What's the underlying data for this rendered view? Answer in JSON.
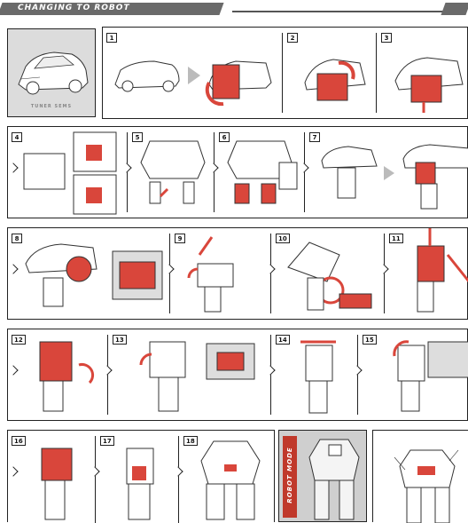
{
  "header": {
    "title": "CHANGING TO ROBOT"
  },
  "vehicle": {
    "label": "TUNER SEMS"
  },
  "steps": [
    "1",
    "2",
    "3",
    "4",
    "5",
    "6",
    "7",
    "8",
    "9",
    "10",
    "11",
    "12",
    "13",
    "14",
    "15",
    "16",
    "17",
    "18"
  ],
  "robot_mode": {
    "label": "ROBOT MODE"
  },
  "colors": {
    "accent_red": "#d9463b",
    "panel_gray": "#dcdcdc",
    "header_gray": "#6a6a6a",
    "line": "#222222"
  },
  "icons": [
    "chevron-right-icon",
    "curved-arrow-icon",
    "straight-arrow-icon",
    "triangle-arrow-icon"
  ]
}
